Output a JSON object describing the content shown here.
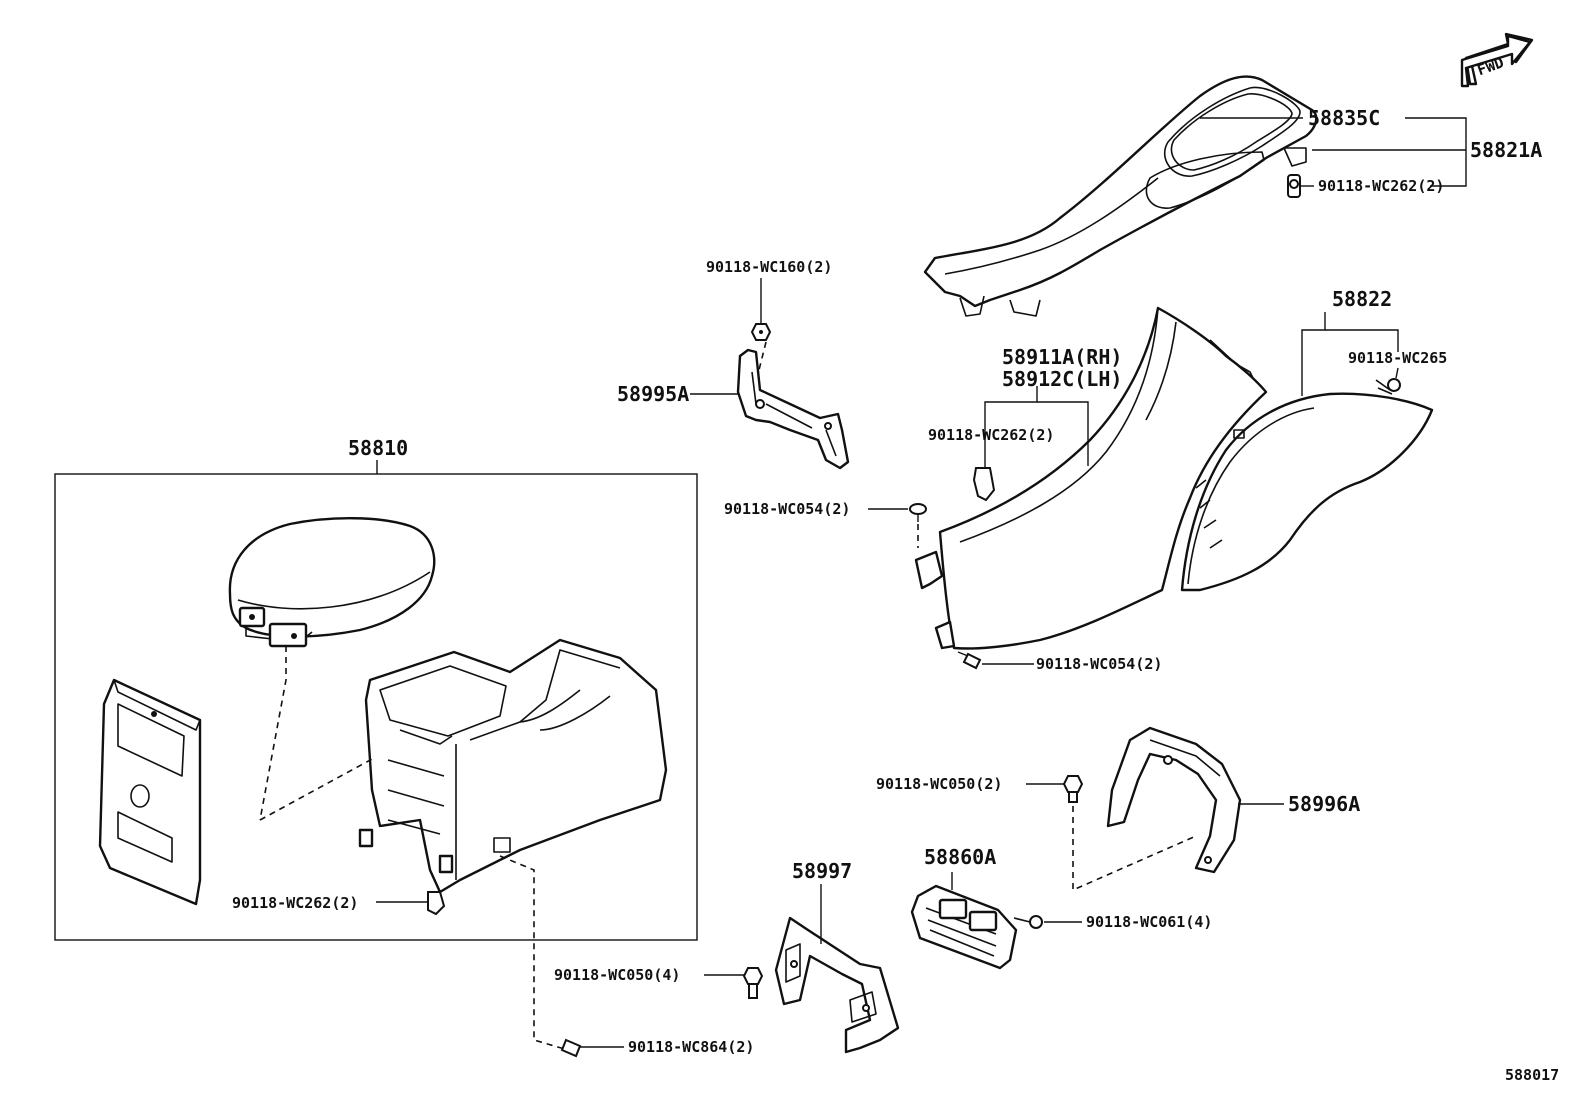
{
  "diagram": {
    "id_code": "588017",
    "direction_marker": "FWD",
    "group_frame_label": "58810",
    "parts": [
      {
        "key": "p58835C",
        "number": "58835C"
      },
      {
        "key": "p58821A",
        "number": "58821A"
      },
      {
        "key": "p90118_WC262_top",
        "number": "90118-WC262(2)"
      },
      {
        "key": "p90118_WC160",
        "number": "90118-WC160(2)"
      },
      {
        "key": "p58995A",
        "number": "58995A"
      },
      {
        "key": "p58822",
        "number": "58822"
      },
      {
        "key": "p90118_WC265",
        "number": "90118-WC265"
      },
      {
        "key": "p58911A",
        "number": "58911A(RH)"
      },
      {
        "key": "p58912C",
        "number": "58912C(LH)"
      },
      {
        "key": "p90118_WC262_mid",
        "number": "90118-WC262(2)"
      },
      {
        "key": "p90118_WC054_upper",
        "number": "90118-WC054(2)"
      },
      {
        "key": "p90118_WC054_lower",
        "number": "90118-WC054(2)"
      },
      {
        "key": "p90118_WC050_upper",
        "number": "90118-WC050(2)"
      },
      {
        "key": "p58996A",
        "number": "58996A"
      },
      {
        "key": "p58860A",
        "number": "58860A"
      },
      {
        "key": "p90118_WC061",
        "number": "90118-WC061(4)"
      },
      {
        "key": "p58997",
        "number": "58997"
      },
      {
        "key": "p90118_WC050_lower",
        "number": "90118-WC050(4)"
      },
      {
        "key": "p90118_WC864",
        "number": "90118-WC864(2)"
      },
      {
        "key": "p90118_WC262_left",
        "number": "90118-WC262(2)"
      }
    ]
  }
}
